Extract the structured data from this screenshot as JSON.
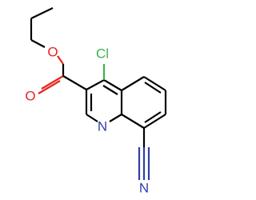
{
  "molecule": {
    "atoms": {
      "o_ether": "O",
      "o_carbonyl": "O",
      "cl": "Cl",
      "n_ring": "N",
      "n_nitrile": "N"
    },
    "colors": {
      "bond": "#000000",
      "oxygen": "#e8241c",
      "chlorine": "#3cb34a",
      "nitrogen": "#2f3ea8"
    }
  }
}
